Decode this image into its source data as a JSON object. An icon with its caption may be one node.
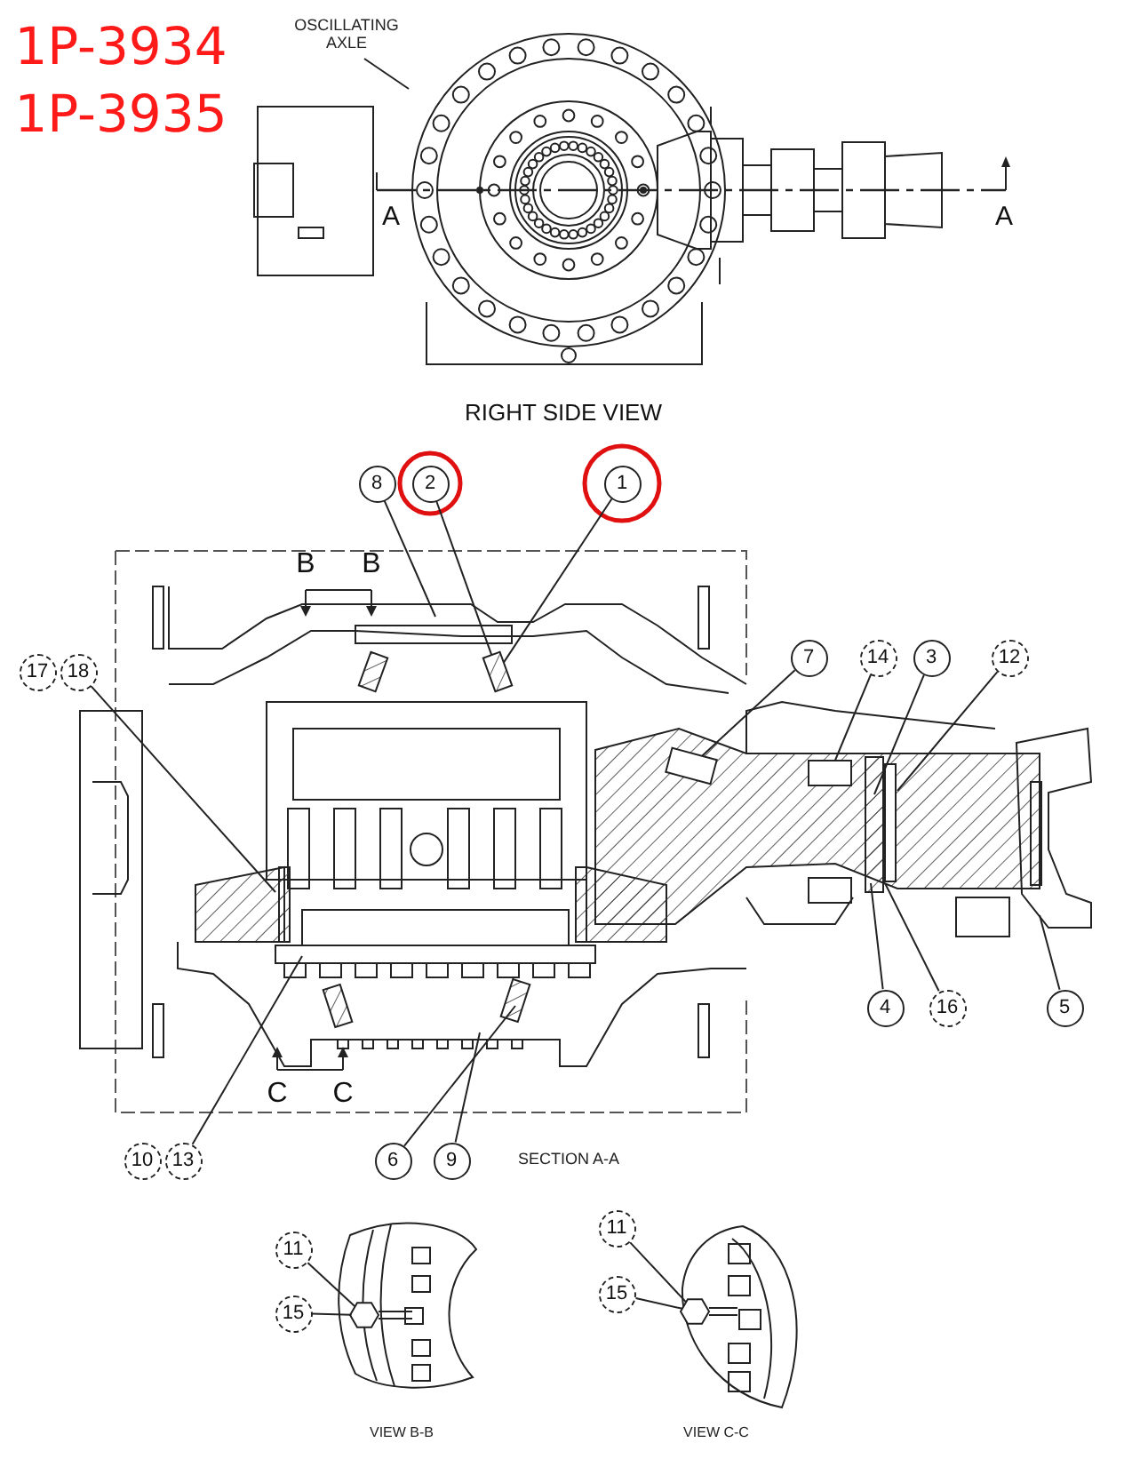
{
  "diagram": {
    "nodes": [
      {
        "text": [
          "OSCILLATING AXLE"
        ]
      },
      {
        "text": [
          "8"
        ]
      },
      {
        "text": [
          "2"
        ]
      },
      {
        "text": [
          "1"
        ]
      },
      {
        "text": [
          "17"
        ]
      },
      {
        "text": [
          "18"
        ]
      },
      {
        "text": [
          "7"
        ]
      },
      {
        "text": [
          "14"
        ]
      },
      {
        "text": [
          "3"
        ]
      },
      {
        "text": [
          "12"
        ]
      },
      {
        "text": [
          "4"
        ]
      },
      {
        "text": [
          "16"
        ]
      },
      {
        "text": [
          "5"
        ]
      },
      {
        "text": [
          "10"
        ]
      },
      {
        "text": [
          "13"
        ]
      },
      {
        "text": [
          "6"
        ]
      },
      {
        "text": [
          "9"
        ]
      },
      {
        "text": [
          "11"
        ]
      },
      {
        "text": [
          "15"
        ]
      },
      {
        "text": [
          "11"
        ]
      },
      {
        "text": [
          "15"
        ]
      },
      {
        "text": [],
        "shape": "box"
      },
      {
        "text": [],
        "shape": "box"
      },
      {
        "text": [],
        "shape": "hexagon"
      },
      {
        "text": [],
        "shape": "hexagon"
      },
      {
        "text": [],
        "shape": "box"
      }
    ],
    "edges": [
      {
        "from": 0,
        "to": null,
        "arrow": "none"
      },
      {
        "from": 1,
        "to": null,
        "arrow": "none"
      },
      {
        "from": 2,
        "to": 21,
        "arrow": "none"
      },
      {
        "from": 3,
        "to": 21,
        "arrow": "none"
      },
      {
        "from": 5,
        "to": null,
        "arrow": "none"
      },
      {
        "from": 6,
        "to": 25,
        "arrow": "none"
      },
      {
        "from": 7,
        "to": 22,
        "arrow": "none"
      },
      {
        "from": 8,
        "to": null,
        "arrow": "none"
      },
      {
        "from": 9,
        "to": null,
        "arrow": "none"
      },
      {
        "from": 10,
        "to": null,
        "arrow": "none"
      },
      {
        "from": 11,
        "to": null,
        "arrow": "none"
      },
      {
        "from": 12,
        "to": null,
        "arrow": "none"
      },
      {
        "from": 14,
        "to": null,
        "arrow": "none"
      },
      {
        "from": 15,
        "to": null,
        "arrow": "none"
      },
      {
        "from": 16,
        "to": null,
        "arrow": "none"
      },
      {
        "from": 17,
        "to": 23,
        "arrow": "none"
      },
      {
        "from": 18,
        "to": 23,
        "arrow": "none"
      },
      {
        "from": 19,
        "to": 24,
        "arrow": "none"
      },
      {
        "from": 20,
        "to": 24,
        "arrow": "none"
      }
    ],
    "labels": [
      "1P-3934",
      "1P-3935",
      "A",
      "A",
      "RIGHT SIDE VIEW",
      "B",
      "B",
      "C",
      "C",
      "SECTION A-A",
      "VIEW B-B",
      "VIEW C-C"
    ]
  }
}
